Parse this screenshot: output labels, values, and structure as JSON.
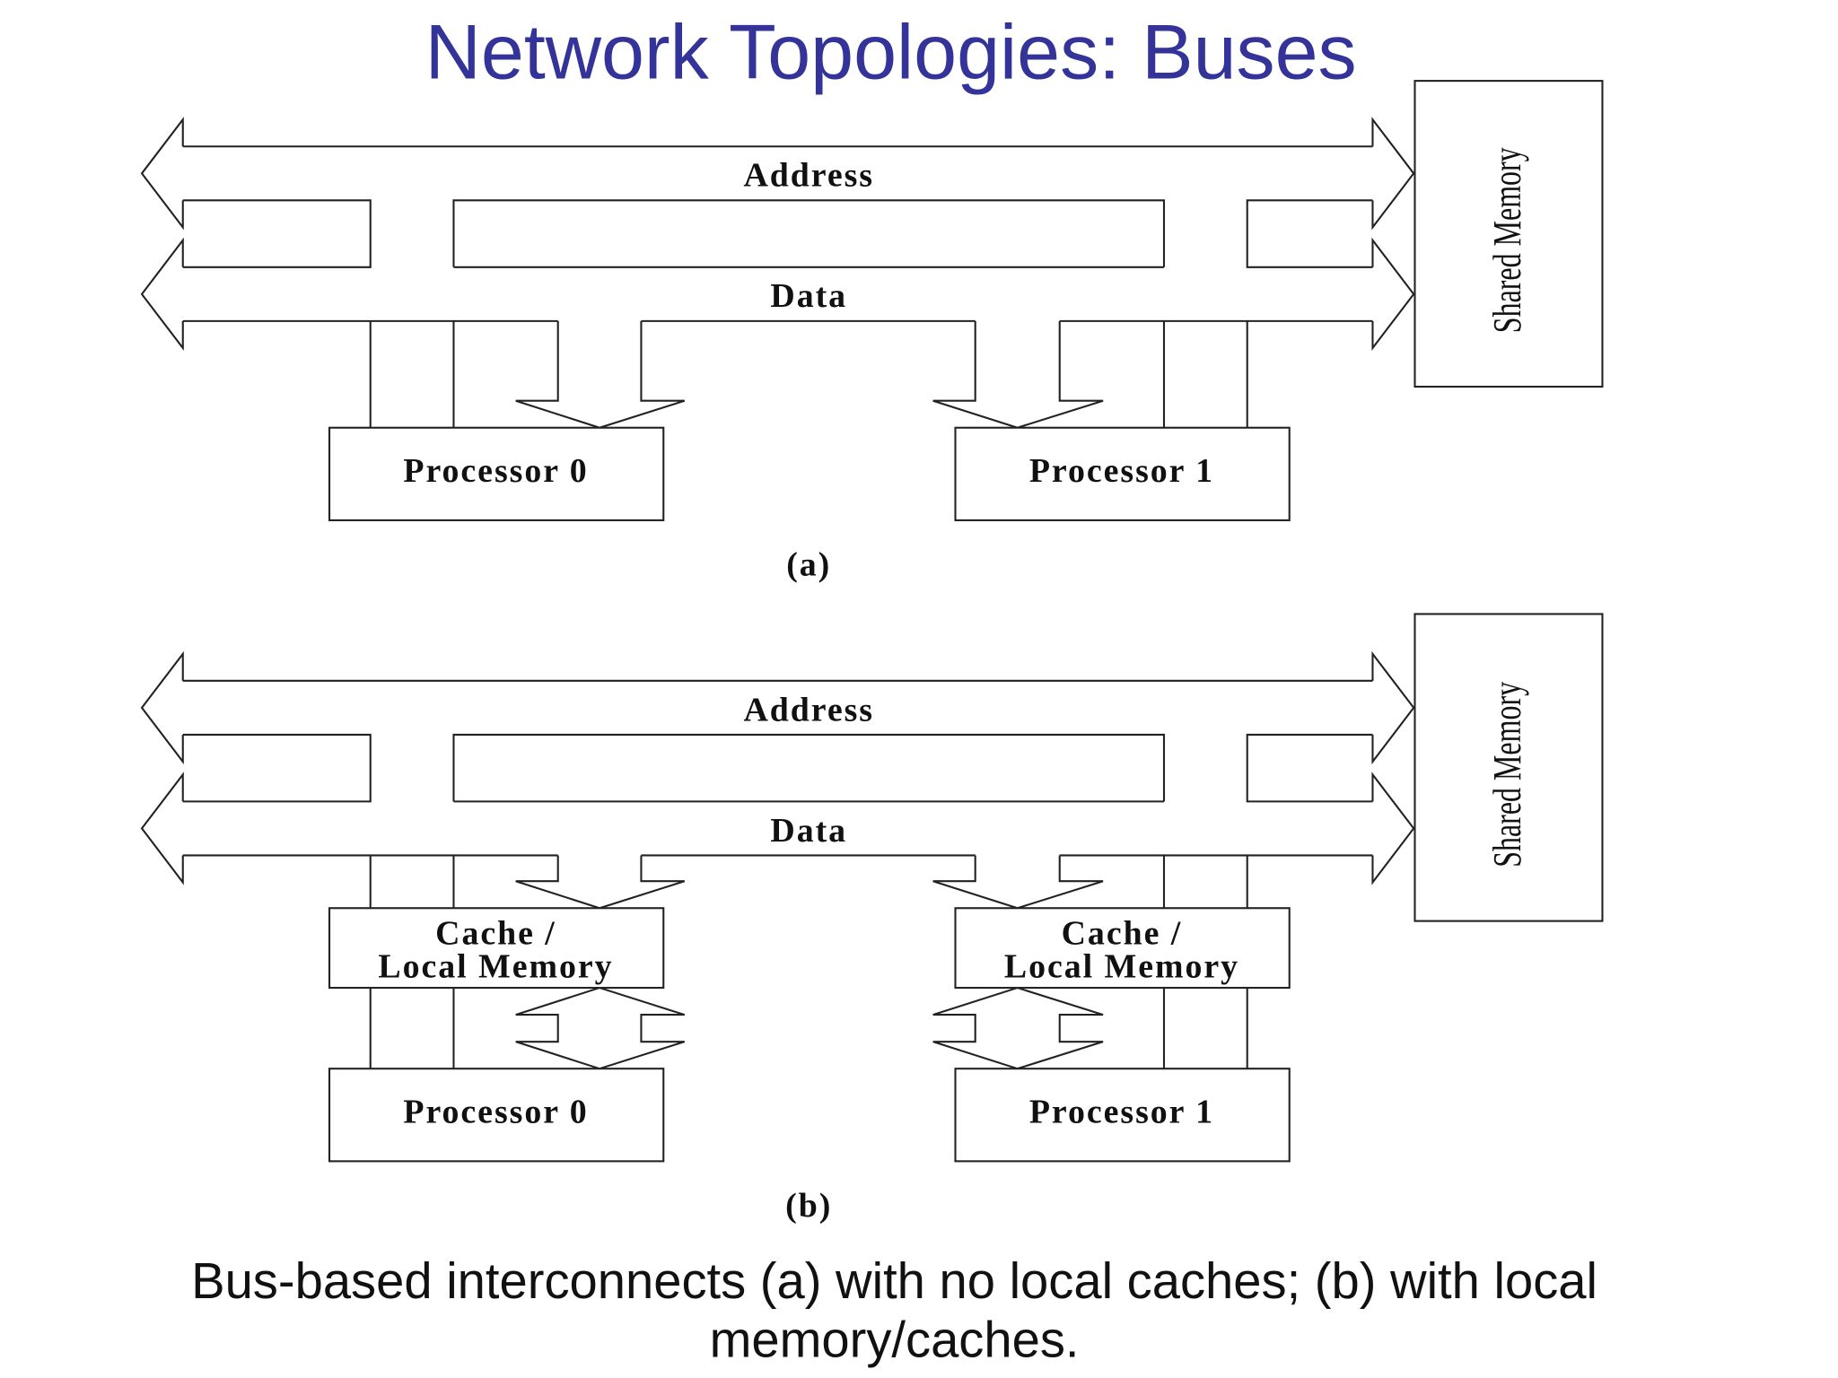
{
  "title": "Network Topologies: Buses",
  "diagrams": [
    {
      "address_label": "Address",
      "data_label": "Data",
      "memory_label": "Shared Memory",
      "processors": [
        "Processor 0",
        "Processor 1"
      ],
      "caption": "(a)"
    },
    {
      "address_label": "Address",
      "data_label": "Data",
      "memory_label": "Shared Memory",
      "processors": [
        "Processor 0",
        "Processor 1"
      ],
      "cache_line1": "Cache /",
      "cache_line2": "Local Memory",
      "caption": "(b)"
    }
  ],
  "caption": {
    "line1": "Bus-based interconnects (a) with no local caches; (b) with local",
    "line2": "memory/caches."
  }
}
